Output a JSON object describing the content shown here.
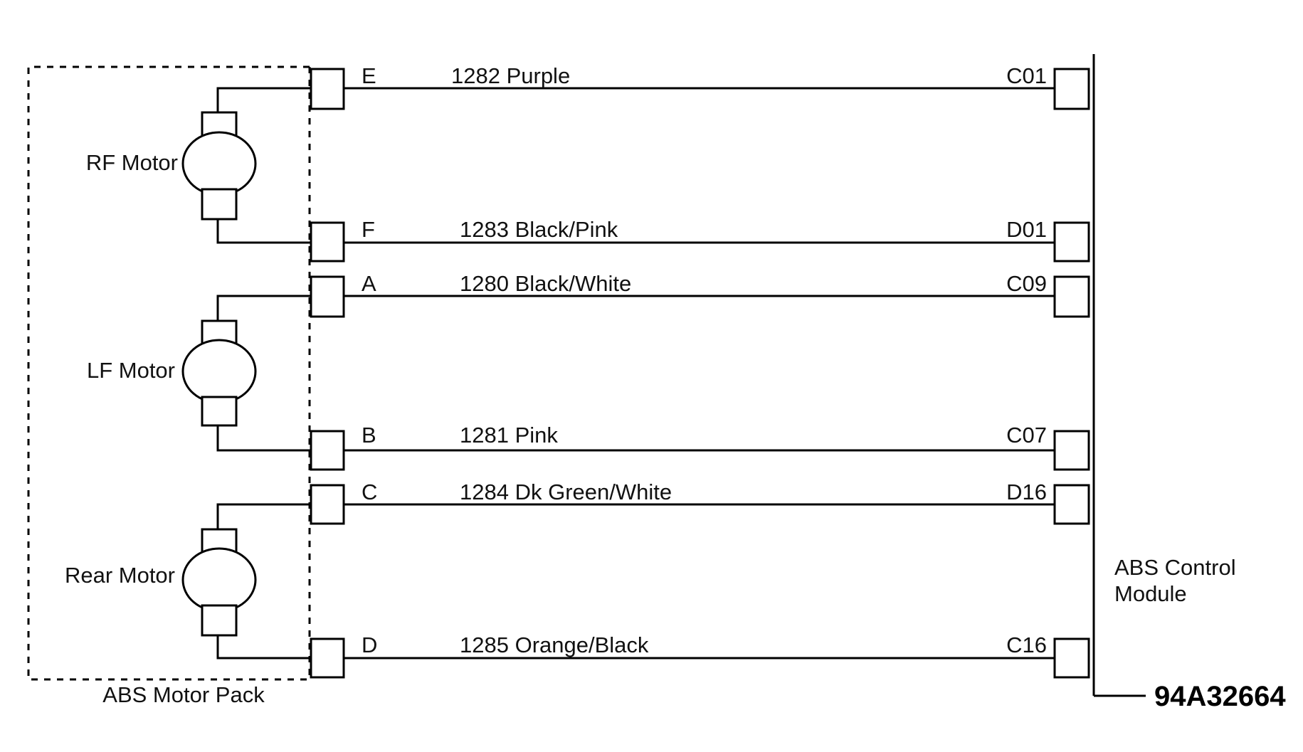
{
  "motor_pack": {
    "label": "ABS Motor Pack",
    "motors": [
      {
        "label": "RF Motor"
      },
      {
        "label": "LF Motor"
      },
      {
        "label": "Rear Motor"
      }
    ]
  },
  "circuits": [
    {
      "pin": "E",
      "wire": "1282 Purple",
      "module_pin": "C01"
    },
    {
      "pin": "F",
      "wire": "1283 Black/Pink",
      "module_pin": "D01"
    },
    {
      "pin": "A",
      "wire": "1280 Black/White",
      "module_pin": "C09"
    },
    {
      "pin": "B",
      "wire": "1281 Pink",
      "module_pin": "C07"
    },
    {
      "pin": "C",
      "wire": "1284 Dk Green/White",
      "module_pin": "D16"
    },
    {
      "pin": "D",
      "wire": "1285 Orange/Black",
      "module_pin": "C16"
    }
  ],
  "module": {
    "label_line1": "ABS Control",
    "label_line2": "Module"
  },
  "figure_id": "94A32664"
}
